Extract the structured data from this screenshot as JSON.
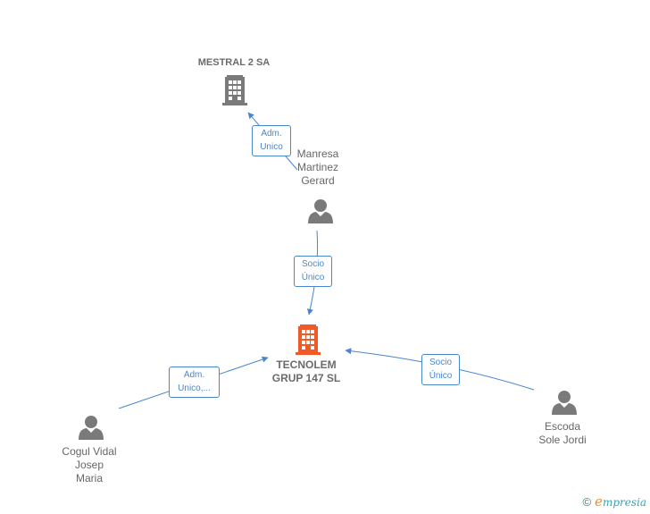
{
  "nodes": {
    "mestral": {
      "label": "MESTRAL 2 SA",
      "type": "company",
      "color": "#7a7a7a"
    },
    "tecnolem": {
      "line1": "TECNOLEM",
      "line2": "GRUP 147  SL",
      "type": "company",
      "color": "#f05a28"
    },
    "manresa": {
      "line1": "Manresa",
      "line2": "Martinez",
      "line3": "Gerard",
      "type": "person",
      "color": "#7a7a7a"
    },
    "cogul": {
      "line1": "Cogul Vidal",
      "line2": "Josep",
      "line3": "Maria",
      "type": "person",
      "color": "#7a7a7a"
    },
    "escoda": {
      "line1": "Escoda",
      "line2": "Sole Jordi",
      "type": "person",
      "color": "#7a7a7a"
    }
  },
  "edges": {
    "manresa_mestral": {
      "line1": "Adm.",
      "line2": "Unico"
    },
    "manresa_tecnolem": {
      "line1": "Socio",
      "line2": "Único"
    },
    "cogul_tecnolem": {
      "line1": "Adm.",
      "line2": "Unico,..."
    },
    "escoda_tecnolem": {
      "line1": "Socio",
      "line2": "Único"
    }
  },
  "colors": {
    "edge": "#4a86cf"
  },
  "footer": {
    "copyright": "©",
    "brand_initial": "e",
    "brand_rest": "mpresia"
  }
}
